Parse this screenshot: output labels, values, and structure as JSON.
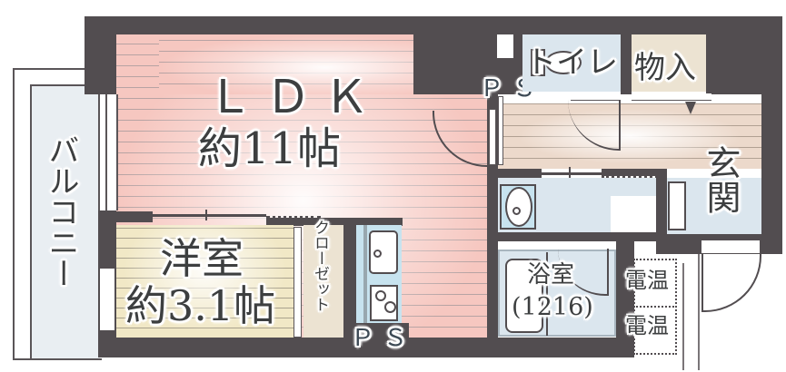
{
  "floorplan": {
    "layout": "1LDK",
    "colors": {
      "wall": "#524d50",
      "ldk_floor": "#f6c7c0",
      "western_room_floor": "#f1e8c6",
      "entrance_hall_floor": "#ecd9cb",
      "wet_area": "#dbe6ee",
      "storage": "#ece3d2",
      "balcony": "#e9eef2",
      "label_text": "#3d3f40"
    },
    "rooms": {
      "ldk": {
        "name": "ＬＤＫ",
        "size": "約11帖"
      },
      "western_room": {
        "name": "洋室",
        "size": "約3.1帖"
      },
      "closet": {
        "name": "クローゼット"
      },
      "balcony": {
        "name": "バルコニー"
      },
      "toilet": {
        "name": "トイレ"
      },
      "storage": {
        "name": "物入"
      },
      "entrance": {
        "name": "玄関"
      },
      "bathroom": {
        "name": "浴室",
        "size": "(1216)"
      },
      "water_heater_1": {
        "name": "電温"
      },
      "water_heater_2": {
        "name": "電温"
      }
    },
    "pipe_spaces": [
      {
        "label": "ＰＳ",
        "location": "top"
      },
      {
        "label": "ＰＳ",
        "location": "bottom"
      }
    ],
    "fixtures": [
      "kitchen-sink-icon",
      "stove-icon",
      "washbasin-icon",
      "toilet-icon",
      "bathtub-icon"
    ]
  }
}
